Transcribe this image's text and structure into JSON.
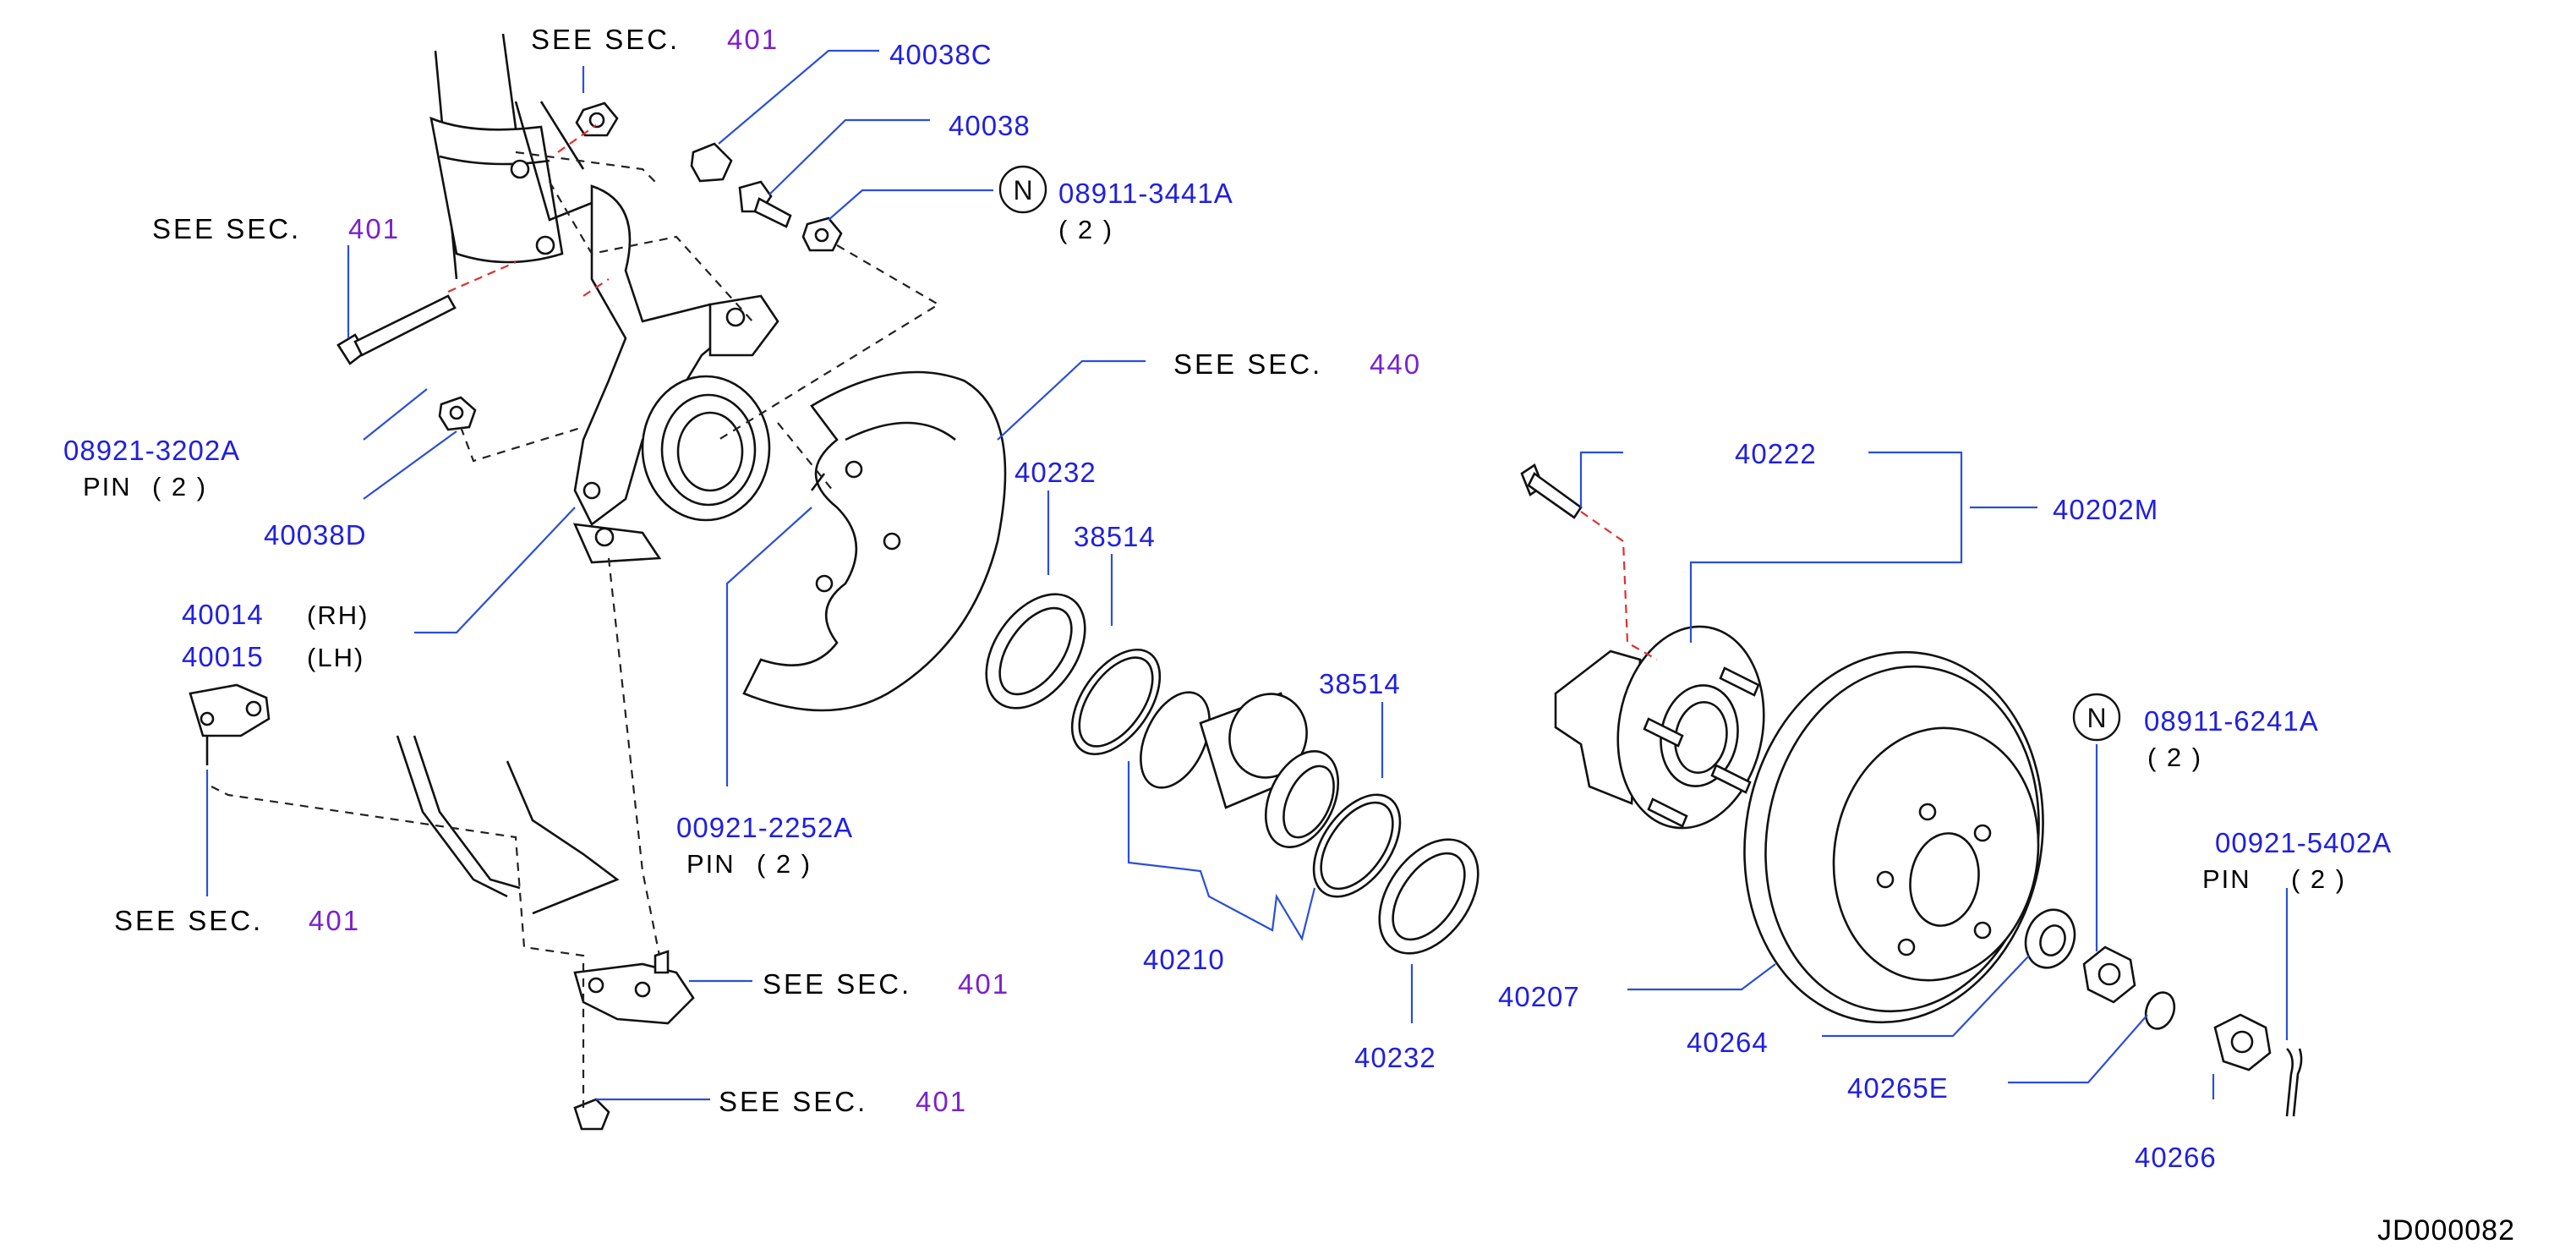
{
  "diagram_code": "JD000082",
  "see_sections": [
    {
      "id": "sec-top",
      "label": "SEE  SEC.",
      "num": "401"
    },
    {
      "id": "sec-bolt",
      "label": "SEE  SEC.",
      "num": "401"
    },
    {
      "id": "sec-shield",
      "label": "SEE  SEC.",
      "num": "440"
    },
    {
      "id": "sec-lower-left",
      "label": "SEE  SEC.",
      "num": "401"
    },
    {
      "id": "sec-balljoint",
      "label": "SEE  SEC.",
      "num": "401"
    },
    {
      "id": "sec-nut",
      "label": "SEE  SEC.",
      "num": "401"
    }
  ],
  "parts": {
    "p40038C": "40038C",
    "p40038": "40038",
    "p08911_3441A": "08911-3441A",
    "p08911_3441A_qty": "( 2  )",
    "p08921_3202A": "08921-3202A",
    "p08921_pin": "PIN",
    "p08921_qty": "( 2  )",
    "p40038D": "40038D",
    "p40014": "40014",
    "p40014_side": "(RH)",
    "p40015": "40015",
    "p40015_side": "(LH)",
    "p00921_2252A": "00921-2252A",
    "p00921_2252A_pin": "PIN",
    "p00921_2252A_qty": "( 2  )",
    "p40232_top": "40232",
    "p38514_top": "38514",
    "p38514_mid": "38514",
    "p40210": "40210",
    "p40232_bottom": "40232",
    "p40222": "40222",
    "p40202M": "40202M",
    "p08911_6241A": "08911-6241A",
    "p08911_6241A_qty": "( 2  )",
    "p00921_5402A": "00921-5402A",
    "p00921_5402A_pin": "PIN",
    "p00921_5402A_qty": "( 2  )",
    "p40207": "40207",
    "p40264": "40264",
    "p40265E": "40265E",
    "p40266": "40266"
  },
  "n_marker": "N",
  "colors": {
    "part_number": "#2020e0",
    "section_number": "#7a22cc",
    "leader": "#2a4fd8",
    "red_dash": "#e03030",
    "line_art": "#111111"
  }
}
